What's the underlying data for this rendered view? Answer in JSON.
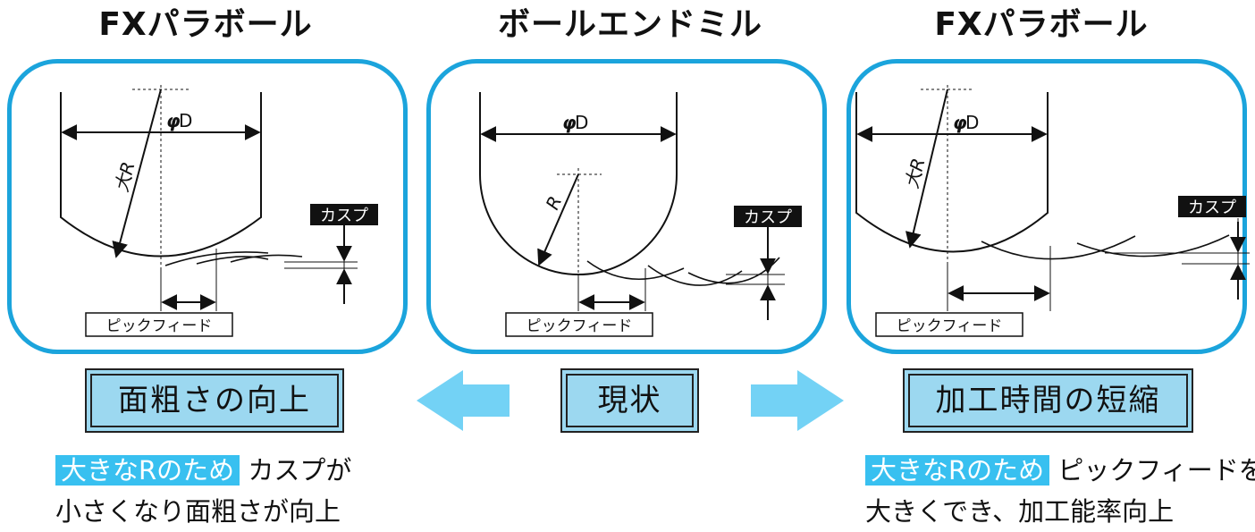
{
  "titles": {
    "left": "FXパラボール",
    "center": "ボールエンドミル",
    "right": "FXパラボール"
  },
  "diagram_labels": {
    "diameter_symbol": "φ",
    "diameter_letter": "D",
    "large_radius": "大R",
    "radius": "R",
    "cusp": "カスプ",
    "pick_feed": "ピックフィード"
  },
  "badges": {
    "left": "面粗さの向上",
    "center": "現状",
    "right": "加工時間の短縮"
  },
  "captions": {
    "left": {
      "highlight": "大きなRのため",
      "line1_rest": "カスプが",
      "line2": "小さくなり面粗さが向上"
    },
    "right": {
      "highlight": "大きなRのため",
      "line1_rest": "ピックフィードを",
      "line2": "大きくでき、加工能率向上"
    }
  },
  "colors": {
    "panel_border": "#1ba4dc",
    "badge_fill": "#9cd8f0",
    "arrow_fill": "#73d2f5",
    "highlight": "#38c0f0",
    "label_box": "#111111"
  }
}
